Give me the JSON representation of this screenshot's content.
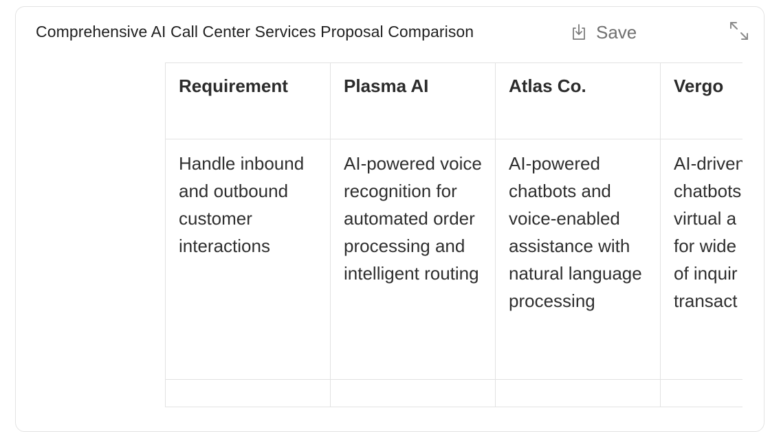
{
  "header": {
    "title": "Comprehensive AI Call Center Services Proposal Comparison",
    "save_label": "Save",
    "save_icon": "download-tray-icon",
    "expand_icon": "expand-arrows-icon"
  },
  "table": {
    "columns": [
      "Requirement",
      "Plasma AI",
      "Atlas Co.",
      "Vergo"
    ],
    "rows": [
      {
        "requirement": "Handle inbound and outbound customer interactions",
        "plasma": "AI-powered voice recognition for automated order processing and intelligent routing",
        "atlas": "AI-powered chatbots and voice-enabled assistance with natural language processing",
        "vergo_lines": [
          "AI-driven",
          "chatbots",
          "virtual a",
          "for wide",
          "of inquir",
          "transact"
        ]
      }
    ]
  }
}
